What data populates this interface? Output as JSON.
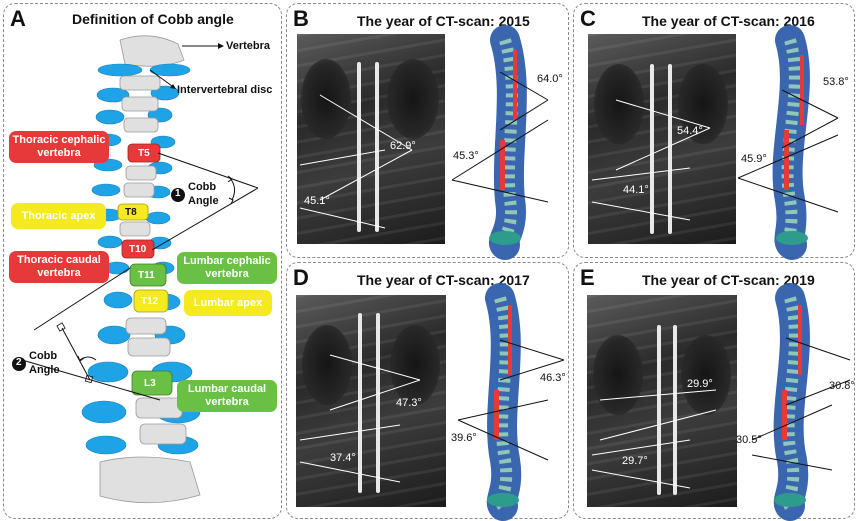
{
  "panelA": {
    "letter": "A",
    "title": "Definition of Cobb angle",
    "callouts": {
      "vertebra": "Vertebra",
      "disc": "Intervertebral disc"
    },
    "labels": {
      "thoracic_cephalic": "Thoracic cephalic vertebra",
      "thoracic_apex": "Thoracic apex",
      "thoracic_caudal": "Thoracic caudal vertebra",
      "lumbar_cephalic": "Lumbar cephalic vertebra",
      "lumbar_apex": "Lumbar apex",
      "lumbar_caudal": "Lumbar caudal vertebra"
    },
    "vertebra_ids": {
      "t5": "T5",
      "t8": "T8",
      "t10": "T10",
      "t11": "T11",
      "t12": "T12",
      "l3": "L3"
    },
    "cobb1": {
      "num": "1",
      "text": "Cobb Angle"
    },
    "cobb2": {
      "num": "2",
      "text": "Cobb Angle"
    },
    "colors": {
      "red": "#e8393a",
      "yellow": "#f5ea20",
      "green": "#6abf45",
      "spine": "#1ea3e6",
      "bone": "#e0e0e0"
    }
  },
  "panels": [
    {
      "letter": "B",
      "title": "The year of CT-scan: 2015",
      "xray_angles": [
        "62.9°",
        "45.1°"
      ],
      "model_angles": [
        "64.0°",
        "45.3°"
      ]
    },
    {
      "letter": "C",
      "title": "The year of CT-scan: 2016",
      "xray_angles": [
        "54.4°",
        "44.1°"
      ],
      "model_angles": [
        "53.8°",
        "45.9°"
      ]
    },
    {
      "letter": "D",
      "title": "The year of CT-scan: 2017",
      "xray_angles": [
        "47.3°",
        "37.4°"
      ],
      "model_angles": [
        "46.3°",
        "39.6°"
      ]
    },
    {
      "letter": "E",
      "title": "The year of CT-scan: 2019",
      "xray_angles": [
        "29.9°",
        "29.7°"
      ],
      "model_angles": [
        "30.8°",
        "30.5°"
      ]
    }
  ]
}
